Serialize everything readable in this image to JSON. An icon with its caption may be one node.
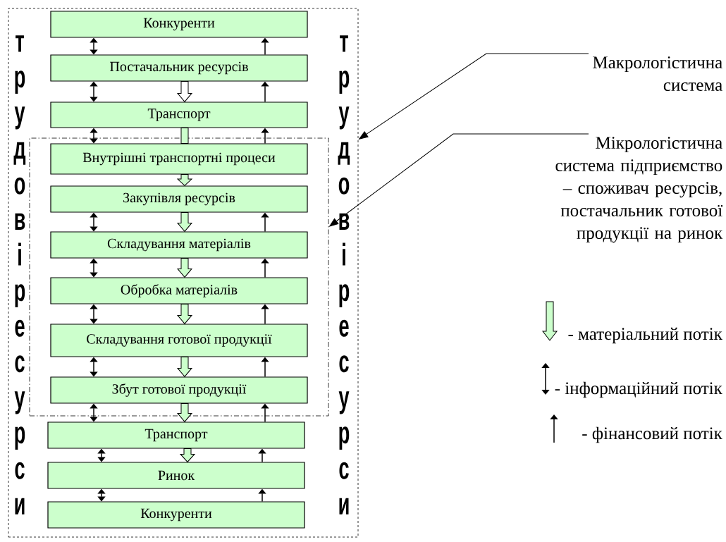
{
  "diagram": {
    "nodes": [
      {
        "text": [],
        "shape": "box"
      },
      {
        "text": [],
        "shape": "box",
        "in": 0
      },
      {
        "text": [
          "Конкуренти"
        ],
        "in": 0
      },
      {
        "text": [
          "Постачальник ресурсів"
        ],
        "in": 0
      },
      {
        "text": [
          "Транспорт"
        ],
        "in": 0
      },
      {
        "text": [
          "Внутрішні транспортні процеси"
        ],
        "in": 1
      },
      {
        "text": [
          "Закупівля ресурсів"
        ],
        "in": 1
      },
      {
        "text": [
          "Складування матеріалів"
        ],
        "in": 1
      },
      {
        "text": [
          "Обробка матеріалів"
        ],
        "in": 1
      },
      {
        "text": [
          "Складування готової продукції"
        ],
        "in": 1
      },
      {
        "text": [
          "Збут готової продукції"
        ],
        "in": 1
      },
      {
        "text": [
          "Транспорт"
        ],
        "in": 0
      },
      {
        "text": [
          "Ринок"
        ],
        "in": 0
      },
      {
        "text": [
          "Конкуренти"
        ],
        "in": 0
      },
      {
        "text": [
          "Макрологістична система"
        ]
      },
      {
        "text": [
          "Мікрологістична система підприємство – споживач ресурсів, постачальник готової продукції на ринок"
        ]
      }
    ],
    "edges": [
      {
        "from": 2,
        "to": 3,
        "arrow": "both"
      },
      {
        "from": 3,
        "to": 2,
        "arrow": "to"
      },
      {
        "from": 3,
        "to": 4,
        "arrow": "both"
      },
      {
        "from": 3,
        "to": 4,
        "arrow": "to",
        "style": "thick",
        "color": "#ffffff"
      },
      {
        "from": 4,
        "to": 3,
        "arrow": "to"
      },
      {
        "from": 4,
        "to": 5,
        "arrow": "both"
      },
      {
        "from": 4,
        "to": 5,
        "arrow": "none",
        "style": "thick",
        "color": "#ccffcc"
      },
      {
        "from": 5,
        "to": 4,
        "arrow": "to"
      },
      {
        "from": 5,
        "to": 6,
        "arrow": "to",
        "style": "thick",
        "color": "#ccffcc"
      },
      {
        "from": 6,
        "to": 7,
        "arrow": "both"
      },
      {
        "from": 6,
        "to": 7,
        "arrow": "to",
        "style": "thick",
        "color": "#ccffcc"
      },
      {
        "from": 7,
        "to": 6,
        "arrow": "to"
      },
      {
        "from": 7,
        "to": 8,
        "arrow": "both"
      },
      {
        "from": 7,
        "to": 8,
        "arrow": "to",
        "style": "thick",
        "color": "#ccffcc"
      },
      {
        "from": 8,
        "to": 7,
        "arrow": "to"
      },
      {
        "from": 8,
        "to": 9,
        "arrow": "both"
      },
      {
        "from": 8,
        "to": 9,
        "arrow": "to",
        "style": "thick",
        "color": "#ccffcc"
      },
      {
        "from": 9,
        "to": 8,
        "arrow": "to"
      },
      {
        "from": 9,
        "to": 10,
        "arrow": "both"
      },
      {
        "from": 9,
        "to": 10,
        "arrow": "to",
        "style": "thick",
        "color": "#ccffcc"
      },
      {
        "from": 10,
        "to": 9,
        "arrow": "to"
      },
      {
        "from": 10,
        "to": 11,
        "arrow": "both"
      },
      {
        "from": 10,
        "to": 11,
        "arrow": "to",
        "style": "thick",
        "color": "#ccffcc"
      },
      {
        "from": 11,
        "to": 10,
        "arrow": "to"
      },
      {
        "from": 11,
        "to": 12,
        "arrow": "both"
      },
      {
        "from": 11,
        "to": 12,
        "arrow": "to",
        "style": "thick",
        "color": "#ccffcc"
      },
      {
        "from": 12,
        "to": 11,
        "arrow": "to"
      },
      {
        "from": 12,
        "to": 13,
        "arrow": "both"
      },
      {
        "from": 13,
        "to": 12,
        "arrow": "to"
      },
      {
        "from": 14,
        "to": 0,
        "arrow": "to"
      },
      {
        "from": 15,
        "to": 1,
        "arrow": "to"
      }
    ],
    "labels": [
      "трудові ресурси",
      "трудові ресурси"
    ],
    "legend": [
      {
        "text": "- матеріальний потік"
      },
      {
        "text": "- інформаційний потік"
      },
      {
        "text": "- фінансовий потік"
      }
    ]
  }
}
